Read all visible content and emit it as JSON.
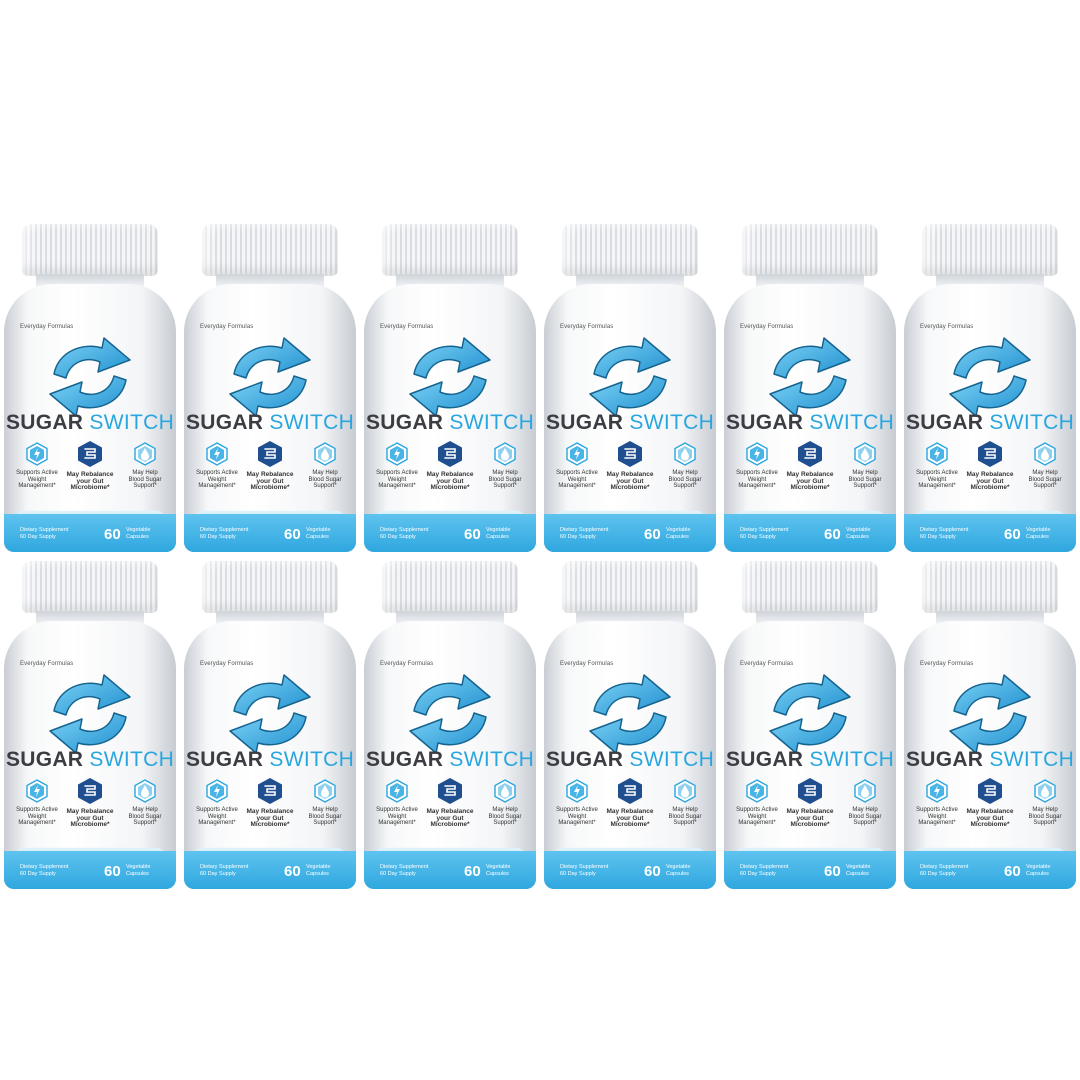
{
  "product": {
    "brand": "Everyday Formulas",
    "name_word1": "SUGAR",
    "name_word2": "SWITCH",
    "features": [
      {
        "line1": "Supports Active",
        "line2": "Weight",
        "line3": "Management*",
        "icon": "energy-bolt-icon"
      },
      {
        "line1": "May Rebalance",
        "line2": "your Gut",
        "line3": "Microbiome*",
        "icon": "gut-icon"
      },
      {
        "line1": "May Help",
        "line2": "Blood Sugar",
        "line3": "Support*",
        "icon": "blood-drop-icon"
      }
    ],
    "supplement_line1": "Dietary Supplement",
    "supplement_line2": "60 Day Supply",
    "count": "60",
    "capsules_line1": "Vegetable",
    "capsules_line2": "Capsules"
  },
  "bottle_count": 12,
  "colors": {
    "accent": "#2aa6df",
    "dark_text": "#3b3d42",
    "hex_dark": "#1f4f8f"
  }
}
